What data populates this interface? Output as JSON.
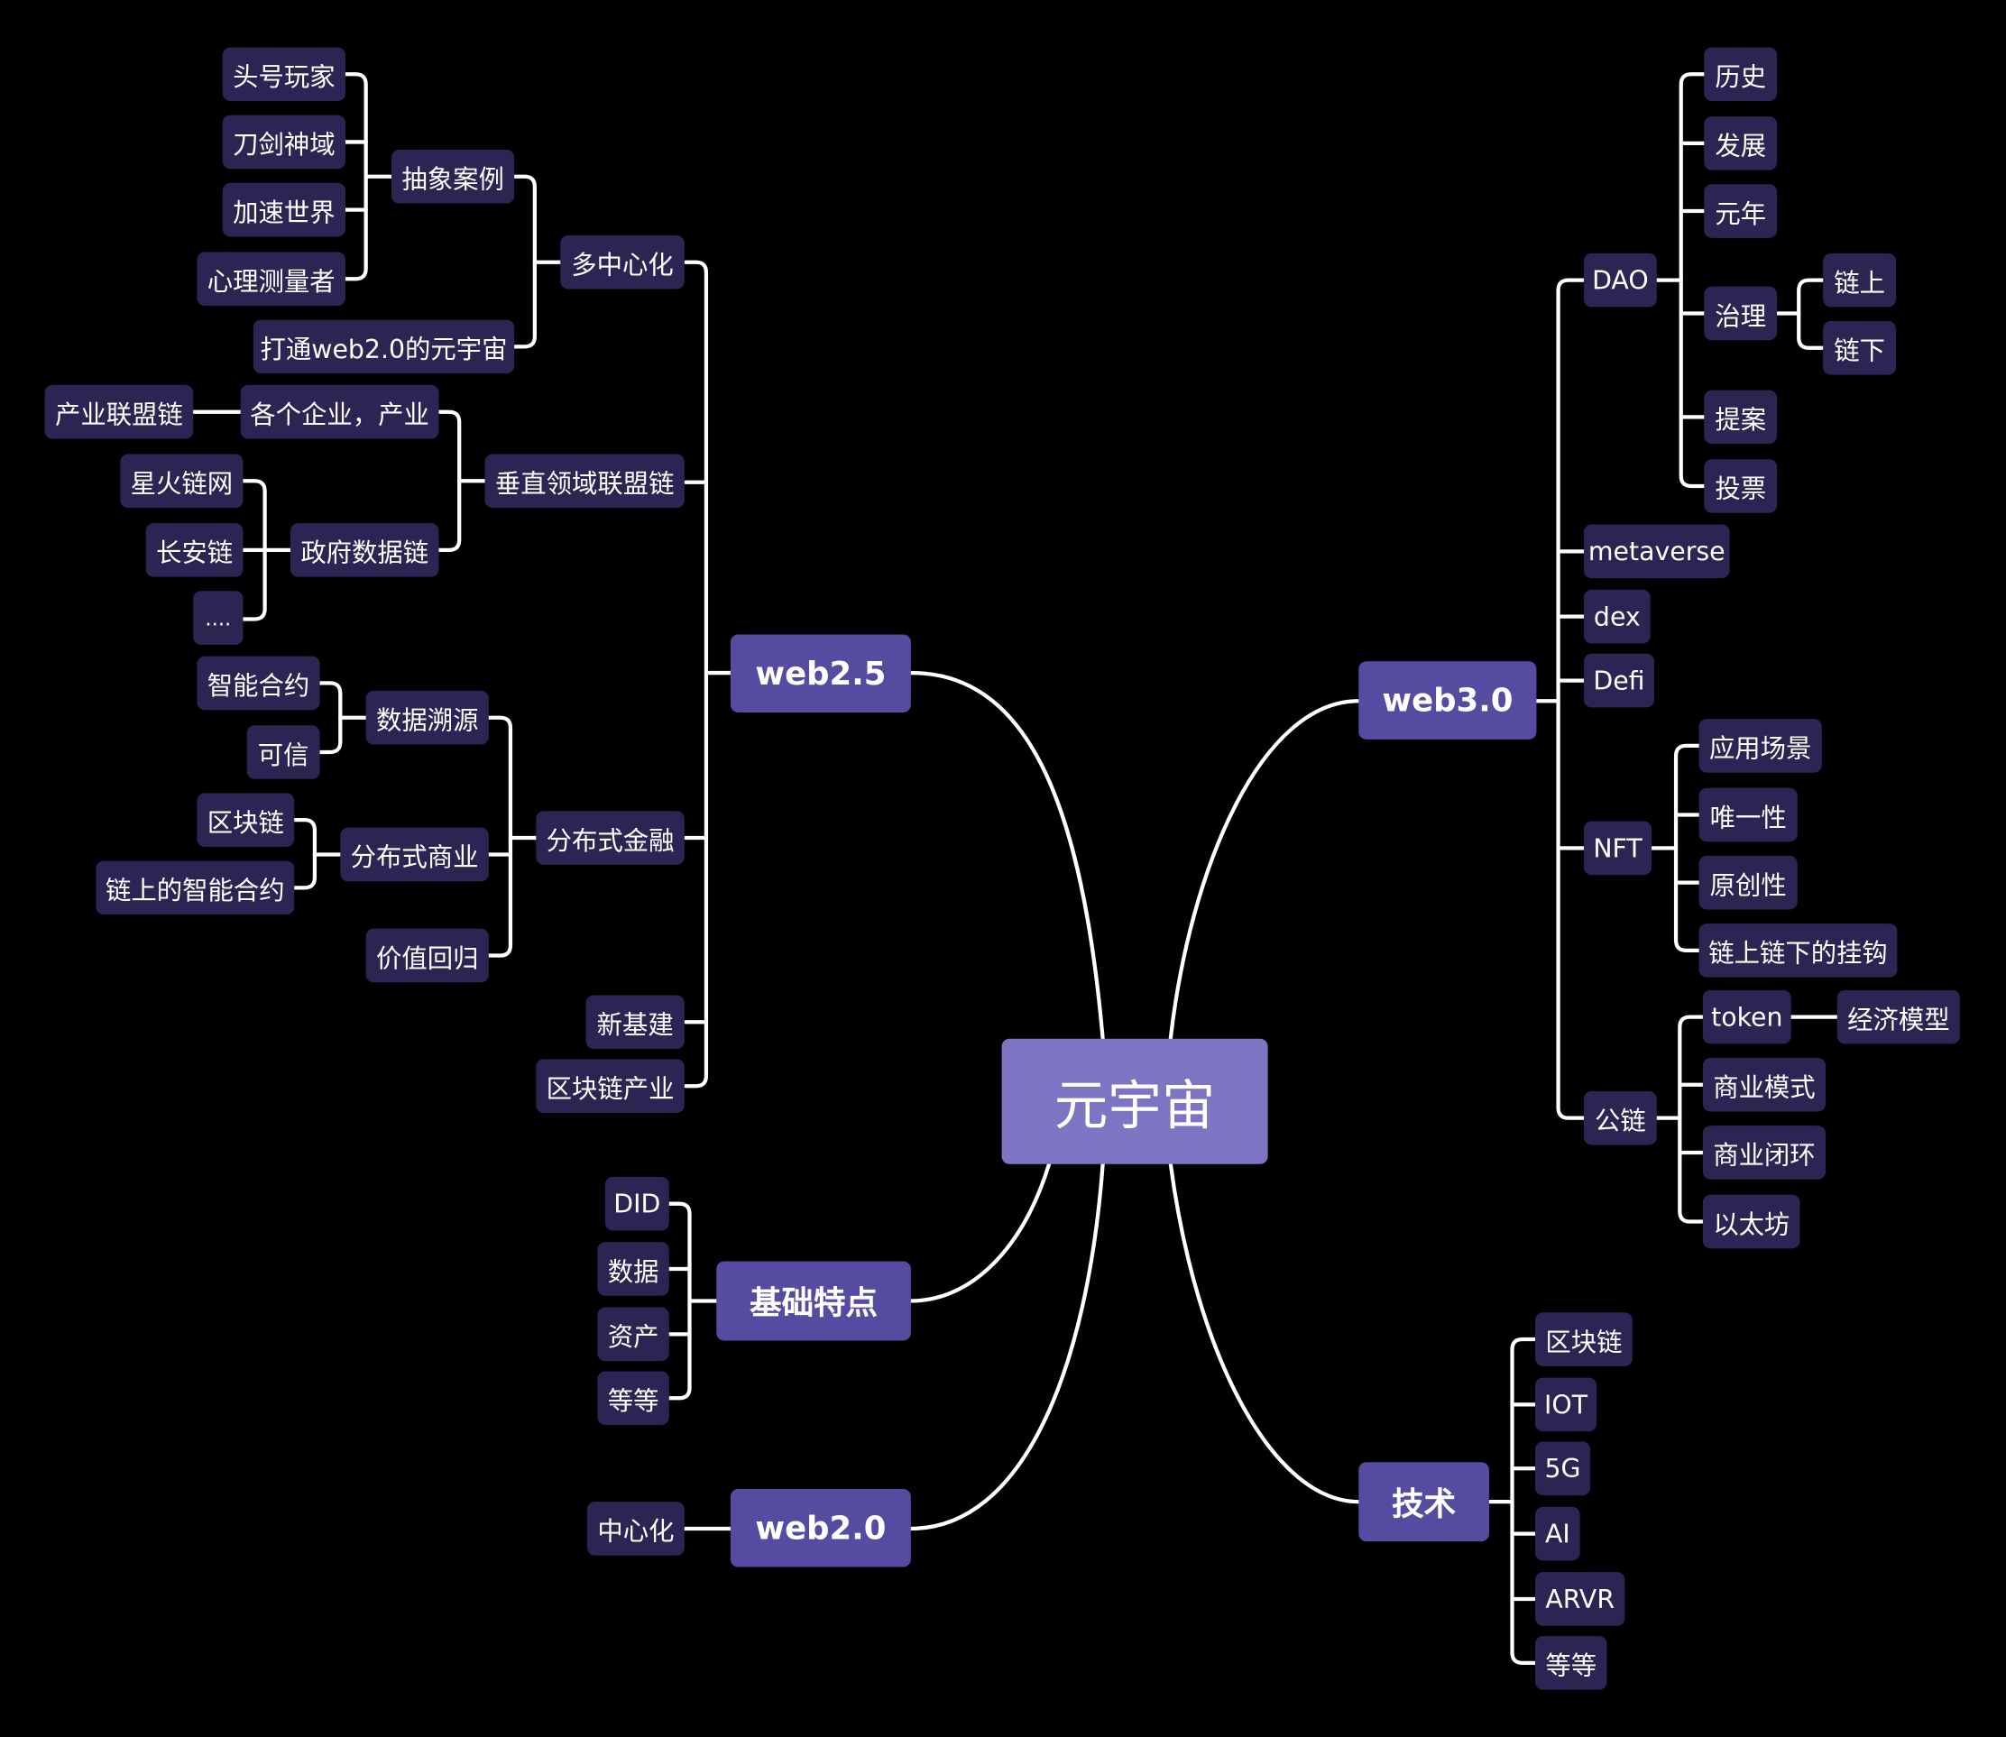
{
  "root": {
    "label": "元宇宙"
  },
  "web25": {
    "label": "web2.5",
    "multi_center": {
      "label": "多中心化",
      "abstract_cases": {
        "label": "抽象案例",
        "items": [
          "头号玩家",
          "刀剑神域",
          "加速世界",
          "心理测量者"
        ]
      },
      "connect_web20": "打通web2.0的元宇宙"
    },
    "vertical_chain": {
      "label": "垂直领域联盟链",
      "enterprise": {
        "label": "各个企业，产业",
        "child": "产业联盟链"
      },
      "gov_chain": {
        "label": "政府数据链",
        "items": [
          "星火链网",
          "长安链",
          "...."
        ]
      }
    },
    "dist_finance": {
      "label": "分布式金融",
      "data_trace": {
        "label": "数据溯源",
        "items": [
          "智能合约",
          "可信"
        ]
      },
      "dist_business": {
        "label": "分布式商业",
        "items": [
          "区块链",
          "链上的智能合约"
        ]
      },
      "value_return": "价值回归"
    },
    "new_infra": "新基建",
    "blockchain_industry": "区块链产业"
  },
  "basics": {
    "label": "基础特点",
    "items": [
      "DID",
      "数据",
      "资产",
      "等等"
    ]
  },
  "web20": {
    "label": "web2.0",
    "items": [
      "中心化"
    ]
  },
  "web30": {
    "label": "web3.0",
    "dao": {
      "label": "DAO",
      "items": [
        "历史",
        "发展",
        "元年",
        "治理",
        "提案",
        "投票"
      ],
      "governance_items": [
        "链上",
        "链下"
      ]
    },
    "metaverse": "metaverse",
    "dex": "dex",
    "defi": "Defi",
    "nft": {
      "label": "NFT",
      "items": [
        "应用场景",
        "唯一性",
        "原创性",
        "链上链下的挂钩"
      ]
    },
    "public_chain": {
      "label": "公链",
      "items": [
        "token",
        "商业模式",
        "商业闭环",
        "以太坊"
      ],
      "token_child": "经济模型"
    }
  },
  "tech": {
    "label": "技术",
    "items": [
      "区块链",
      "IOT",
      "5G",
      "AI",
      "ARVR",
      "等等"
    ]
  },
  "colors": {
    "background": "#000000",
    "root": "#7d74c4",
    "level1": "#554ba0",
    "leaf": "#2c2554",
    "line": "#ffffff"
  }
}
